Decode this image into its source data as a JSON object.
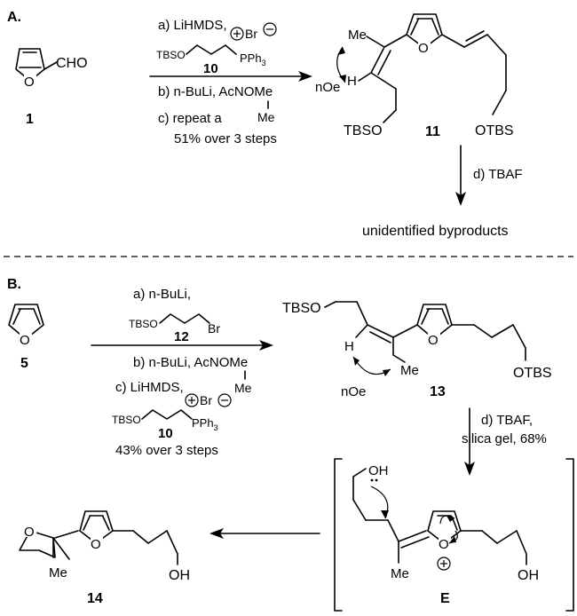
{
  "section_a": {
    "label": "A.",
    "start_number": "1",
    "start_group": "CHO",
    "conditions": {
      "a_line": "a) LiHMDS,",
      "a_reagent_group": "TBSO",
      "a_reagent_number": "10",
      "a_reagent_pph3": "PPh",
      "a_reagent_pph3_sub": "3",
      "a_reagent_br": "Br",
      "b_line": "b) n-BuLi, AcNOMe",
      "b_me": "Me",
      "c_line": "c) repeat a",
      "yield": "51% over 3 steps"
    },
    "product": {
      "number": "11",
      "me": "Me",
      "h": "H",
      "noe": "nOe",
      "otbs_left": "TBSO",
      "otbs_right": "OTBS",
      "o": "O"
    },
    "step_d": "d) TBAF",
    "outcome": "unidentified byproducts"
  },
  "section_b": {
    "label": "B.",
    "start_number": "5",
    "conditions": {
      "a_line": "a) n-BuLi,",
      "a_reagent_group": "TBSO",
      "a_reagent_number": "12",
      "a_reagent_br": "Br",
      "b_line": "b) n-BuLi, AcNOMe",
      "b_me": "Me",
      "c_line": "c) LiHMDS,",
      "c_reagent_group": "TBSO",
      "c_reagent_number": "10",
      "c_reagent_pph3": "PPh",
      "c_reagent_pph3_sub": "3",
      "c_reagent_br": "Br",
      "yield": "43% over 3 steps"
    },
    "product": {
      "number": "13",
      "tbso": "TBSO",
      "h": "H",
      "me": "Me",
      "noe": "nOe",
      "otbs": "OTBS",
      "o": "O"
    },
    "step_d_line1": "d) TBAF,",
    "step_d_line2": "silica gel, 68%",
    "intermediate": {
      "label": "E",
      "oh_top": "OH",
      "oh_right": "OH",
      "me": "Me",
      "o": "O"
    },
    "final": {
      "number": "14",
      "me": "Me",
      "oh": "OH",
      "o_ring": "O",
      "o_furan": "O"
    }
  }
}
